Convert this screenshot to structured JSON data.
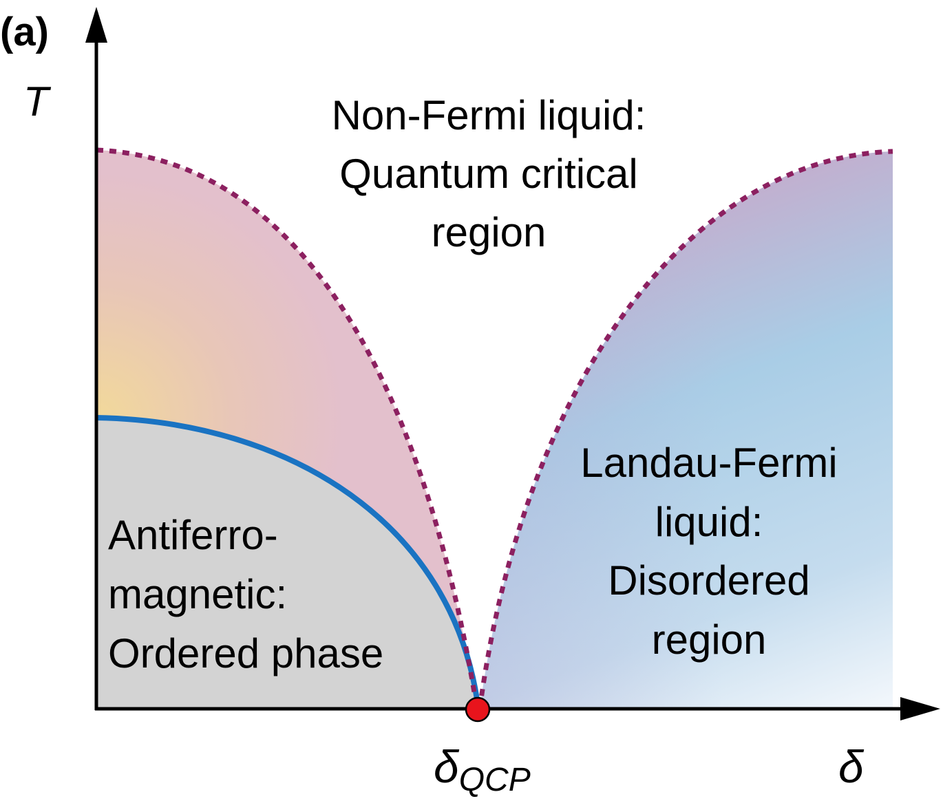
{
  "panel_label": "(a)",
  "axes": {
    "y_label": "T",
    "x_label": "δ",
    "qcp_symbol": "δ",
    "qcp_subscript": "QCP"
  },
  "regions": {
    "quantum_critical": [
      "Non-Fermi liquid:",
      "Quantum critical",
      "region"
    ],
    "ordered": [
      "Antiferro-",
      "magnetic:",
      "Ordered phase"
    ],
    "disordered": [
      "Landau-Fermi",
      "liquid:",
      "Disordered",
      "region"
    ]
  },
  "colors": {
    "ordered_fill": "#d3d3d3",
    "order_boundary": "#1a73c2",
    "crossover_line": "#8c2060",
    "qcp_point": "#e8141c",
    "left_crossover_fill": "#e3c0cc",
    "left_crossover_warm": "#f2d99a",
    "right_crossover_top": "#c9a6c8",
    "right_crossover_mid": "#a9cde6",
    "axis": "#000000"
  }
}
